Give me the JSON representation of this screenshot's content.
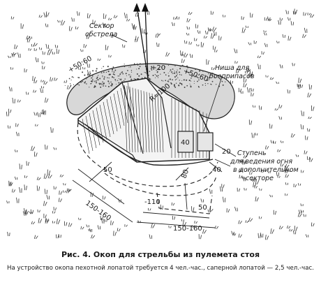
{
  "labels": {
    "sector_line1": "Сектор",
    "sector_line2": "обстрела",
    "niche_line1": "Ниша для",
    "niche_line2": "боеприпасов",
    "step_line1": "Ступень",
    "step_line2": "для ведения огня",
    "step_line3": "в дополнительном",
    "step_line4": "секторе"
  },
  "dimensions": {
    "left_elev": "+50:60",
    "top_elev": "+20",
    "right_elev": "+50:60",
    "radius": "R=100",
    "niche_40": "40",
    "right_20": "20",
    "front_40": "40",
    "front_80": "80",
    "left_50": "50",
    "bottom_50": "50",
    "depth": "-110",
    "left_width": "150-160",
    "bottom_width": "150-160"
  },
  "caption": {
    "title": "Рис. 4. Окоп для стрельбы из пулемета стоя",
    "subtitle": "На устройство окопа пехотной лопатой требуется 4 чел.-час., саперной лопатой — 2,5 чел.-час."
  }
}
